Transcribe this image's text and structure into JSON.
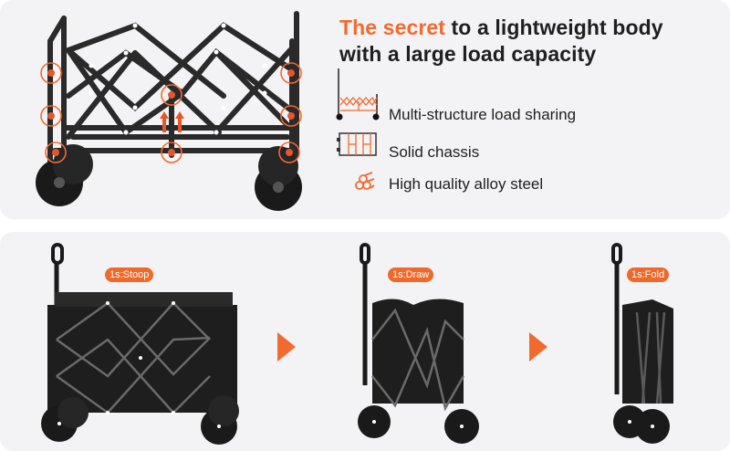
{
  "headline": {
    "accent": "The secret",
    "rest_line1": " to a lightweight body",
    "line2": "with a large load capacity"
  },
  "features": [
    {
      "icon": "folding-frame-icon",
      "label": "Multi-structure load sharing"
    },
    {
      "icon": "chassis-icon",
      "label": "Solid chassis"
    },
    {
      "icon": "steel-tubes-icon",
      "label": "High quality alloy steel"
    }
  ],
  "steps": [
    {
      "label": "1s:Stoop"
    },
    {
      "label": "1s:Draw"
    },
    {
      "label": "1s:Fold"
    }
  ],
  "colors": {
    "accent": "#f26a2e",
    "panel": "#f3f3f5",
    "text": "#1f1f1f"
  }
}
